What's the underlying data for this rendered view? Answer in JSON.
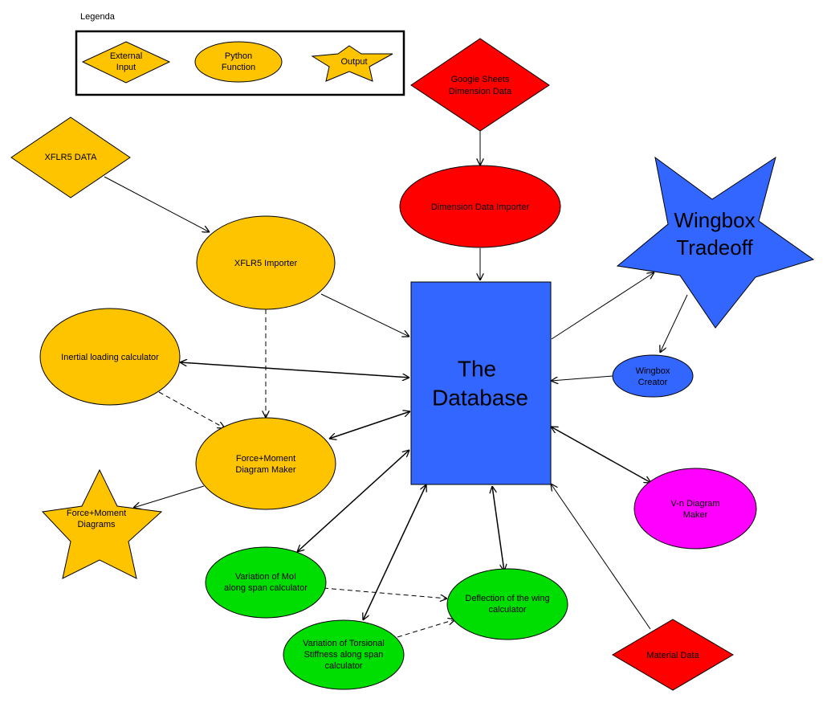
{
  "legend": {
    "title": "Legenda",
    "external_input": [
      "External",
      "Input"
    ],
    "python_function": [
      "Python",
      "Function"
    ],
    "output": [
      "Output"
    ]
  },
  "colors": {
    "yellow": "#FFC400",
    "red": "#FF0000",
    "blue": "#3366FF",
    "green": "#00DD00",
    "magenta": "#FF00FF"
  },
  "nodes": {
    "google_sheets": [
      "Google Sheets",
      "Dimension Data"
    ],
    "xflr5_data": [
      "XFLR5 DATA"
    ],
    "dimension_importer": [
      "Dimension Data Importer"
    ],
    "xflr5_importer": [
      "XFLR5 Importer"
    ],
    "wingbox_tradeoff": [
      "Wingbox",
      "Tradeoff"
    ],
    "database": [
      "The",
      "Database"
    ],
    "inertial": [
      "Inertial loading calculator"
    ],
    "wingbox_creator": [
      "Wingbox",
      "Creator"
    ],
    "force_moment_maker": [
      "Force+Moment",
      "Diagram Maker"
    ],
    "force_moment_diagrams": [
      "Force+Moment",
      "Diagrams"
    ],
    "vn_maker": [
      "V-n Diagram",
      "Maker"
    ],
    "moi": [
      "Variation of MoI",
      "along span calculator"
    ],
    "deflection": [
      "Deflection of the wing",
      "calculator"
    ],
    "torsional": [
      "Variation of Torsional",
      "Stiffness along span",
      "calculator"
    ],
    "material": [
      "Material Data"
    ]
  }
}
